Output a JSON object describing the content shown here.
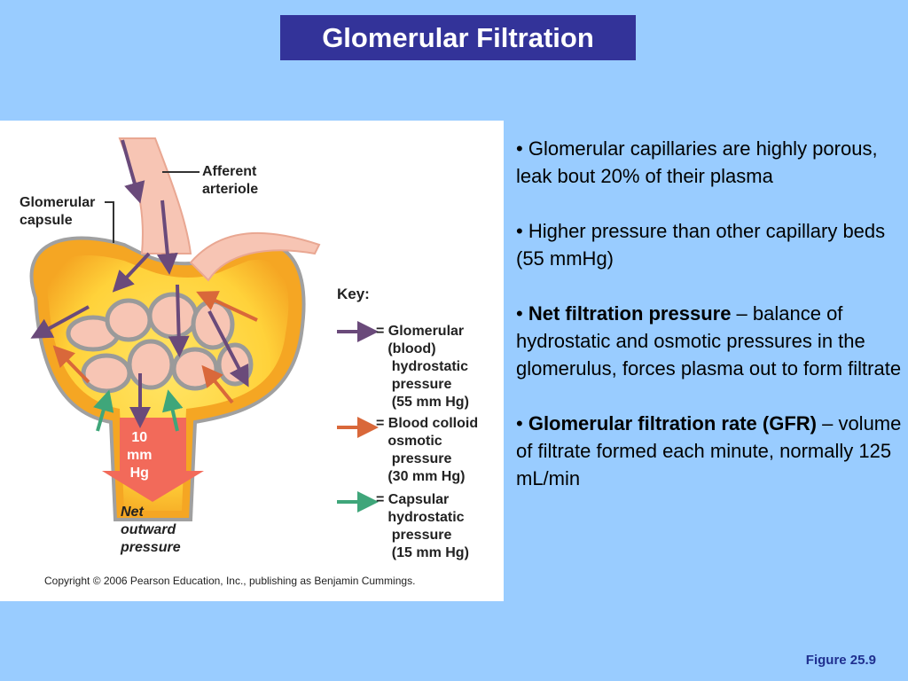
{
  "slide": {
    "title": "Glomerular Filtration",
    "figure_number": "Figure 25.9"
  },
  "diagram": {
    "labels": {
      "afferent_arteriole": "Afferent\narteriole",
      "glomerular_capsule": "Glomerular\ncapsule",
      "net_pressure_value": "10\nmm\nHg",
      "net_outward_pressure": "Net\noutward\npressure"
    },
    "key": {
      "title": "Key:",
      "items": [
        {
          "text": "= Glomerular\n   (blood)\n    hydrostatic\n    pressure\n    (55 mm Hg)",
          "color": "#6a4a7a"
        },
        {
          "text": "= Blood colloid\n   osmotic\n    pressure\n   (30 mm Hg)",
          "color": "#d9683a"
        },
        {
          "text": "= Capsular\n   hydrostatic\n    pressure\n    (15 mm Hg)",
          "color": "#3fa67a"
        }
      ]
    },
    "copyright": "Copyright © 2006 Pearson Education, Inc., publishing as Benjamin Cummings.",
    "colors": {
      "capsule_fill": "#f7b928",
      "capsule_inner": "#ffe566",
      "vessel_fill": "#f7c5b4",
      "net_arrow": "#f26a5a"
    }
  },
  "bullets": [
    {
      "prefix": "• ",
      "bold": "",
      "text": "Glomerular capillaries are highly porous, leak bout 20% of their plasma"
    },
    {
      "prefix": "• ",
      "bold": "",
      "text": "Higher pressure than other capillary beds (55 mmHg)"
    },
    {
      "prefix": "• ",
      "bold": "Net filtration pressure",
      "text": " – balance of hydrostatic and osmotic pressures in the glomerulus, forces plasma out to form filtrate"
    },
    {
      "prefix": "• ",
      "bold": "Glomerular filtration rate (GFR)",
      "text": " – volume of filtrate formed each minute, normally 125 mL/min"
    }
  ]
}
